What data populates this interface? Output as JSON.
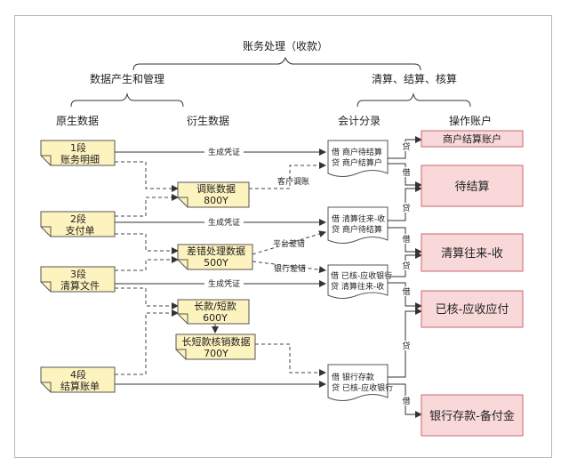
{
  "top_title": "账务处理（收款）",
  "group_left": "数据产生和管理",
  "group_right": "清算、结算、核算",
  "columns": {
    "raw": "原生数据",
    "derived": "衍生数据",
    "entries": "会计分录",
    "accounts": "操作账户"
  },
  "sources": [
    {
      "line1": "1段",
      "line2": "账务明细"
    },
    {
      "line1": "2段",
      "line2": "支付单"
    },
    {
      "line1": "3段",
      "line2": "清算文件"
    },
    {
      "line1": "4段",
      "line2": "结算账单"
    }
  ],
  "derived": [
    {
      "line1": "调账数据",
      "line2": "800Y"
    },
    {
      "line1": "差错处理数据",
      "line2": "500Y"
    },
    {
      "line1": "长款/短款",
      "line2": "600Y"
    },
    {
      "line1": "长短款核销数据",
      "line2": "700Y"
    }
  ],
  "entries": [
    {
      "line1": "借 商户待结算",
      "line2": "贷 商户结算户"
    },
    {
      "line1": "借 清算往来-收",
      "line2": "贷 商户待结算"
    },
    {
      "line1": "借 已核-应收银行",
      "line2": "贷 清算往来-收"
    },
    {
      "line1": "借 银行存款",
      "line2": "贷 已核-应收银行"
    }
  ],
  "accounts": [
    "商户结算账户",
    "待结算",
    "清算往来-收",
    "已核-应收应付",
    "银行存款-备付金"
  ],
  "edge_labels": {
    "voucher": "生成凭证",
    "merchant_adjust": "客户调账",
    "platform_error": "平台差错",
    "bank_error": "银行差错",
    "credit": "贷",
    "debit": "借"
  },
  "colors": {
    "source_fill": "#fdf3bf",
    "account_fill": "#f9d8da",
    "account_border": "#c9666c",
    "line": "#333333"
  }
}
